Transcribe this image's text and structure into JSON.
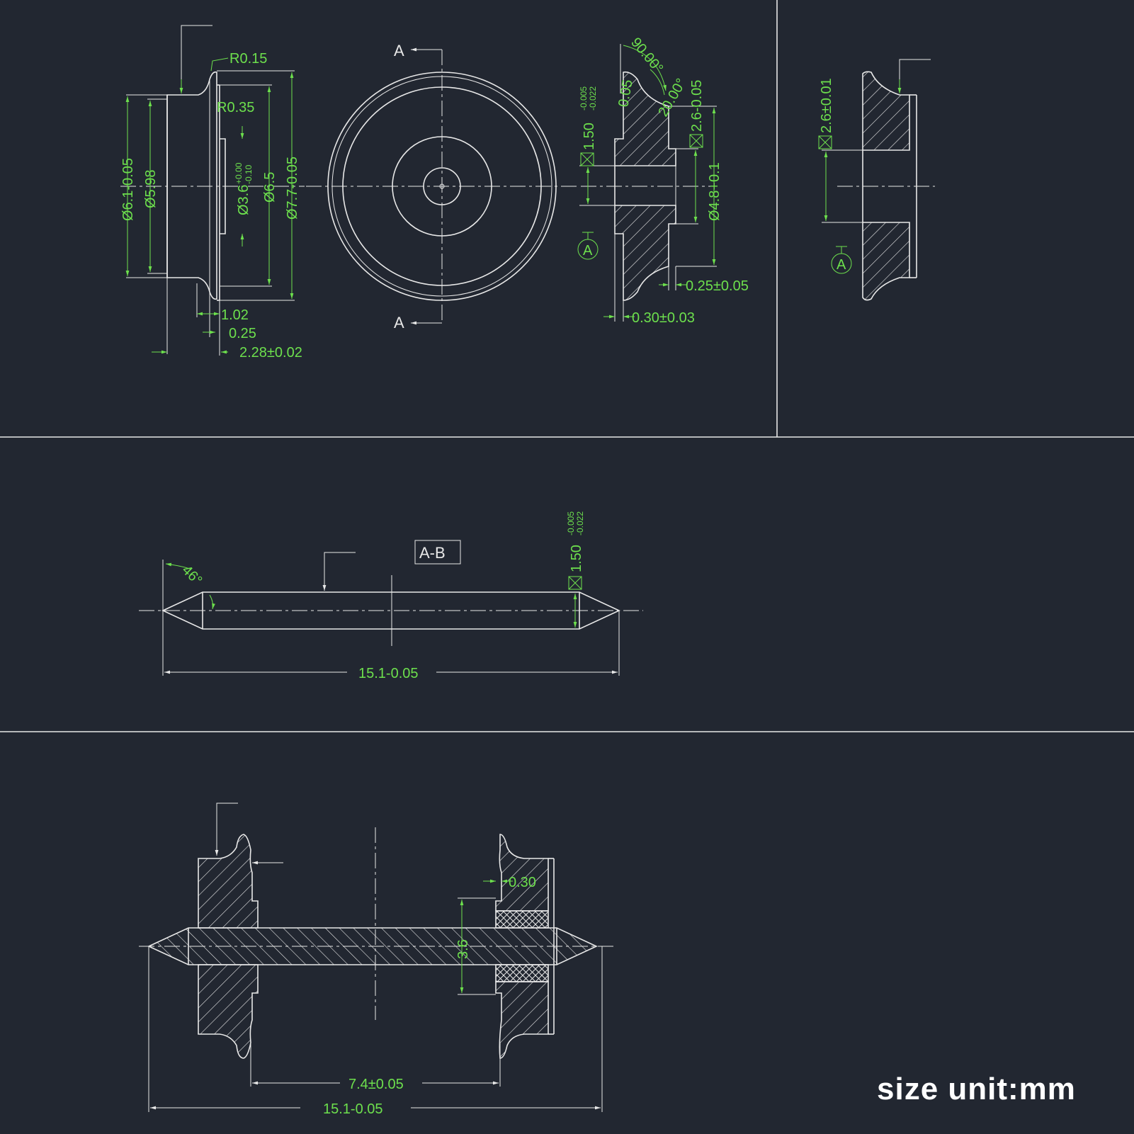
{
  "colors": {
    "background": "#222731",
    "line": "#e8e8e8",
    "dimension": "#6de04d",
    "unit_text": "#ffffff"
  },
  "top_left": {
    "r015": "R0.15",
    "r035": "R0.35",
    "d61": "Ø6.1-0.05",
    "d598": "Ø5.98",
    "d36": "Ø3.6",
    "d36_tol_up": "+0.00",
    "d36_tol_dn": "-0.10",
    "d65": "Ø6.5",
    "d77": "Ø7.7-0.05",
    "l102": "1.02",
    "l025": "0.25",
    "l228": "2.28±0.02"
  },
  "front_view": {
    "section_a_top": "A",
    "section_a_bottom": "A"
  },
  "section_view": {
    "ang90": "90.00°",
    "ang20": "20.00°",
    "r005": "0.05",
    "d150": "1.50",
    "d150_tol_up": "-0.005",
    "d150_tol_dn": "-0.022",
    "d26": "2.6-0.05",
    "d48": "Ø4.8+0.1",
    "l025": "0.25±0.05",
    "l030": "0.30±0.03",
    "datum": "A"
  },
  "top_right": {
    "d26": "2.6±0.01",
    "datum": "A"
  },
  "axle": {
    "angle": "46°",
    "ref_box": "A-B",
    "d150": "1.50",
    "d150_tol_up": "-0.005",
    "d150_tol_dn": "-0.022",
    "length": "15.1-0.05"
  },
  "assembly": {
    "l030": "0.30",
    "d36": "3.6",
    "gauge": "7.4±0.05",
    "length": "15.1-0.05"
  },
  "unit_label": "size unit:mm"
}
